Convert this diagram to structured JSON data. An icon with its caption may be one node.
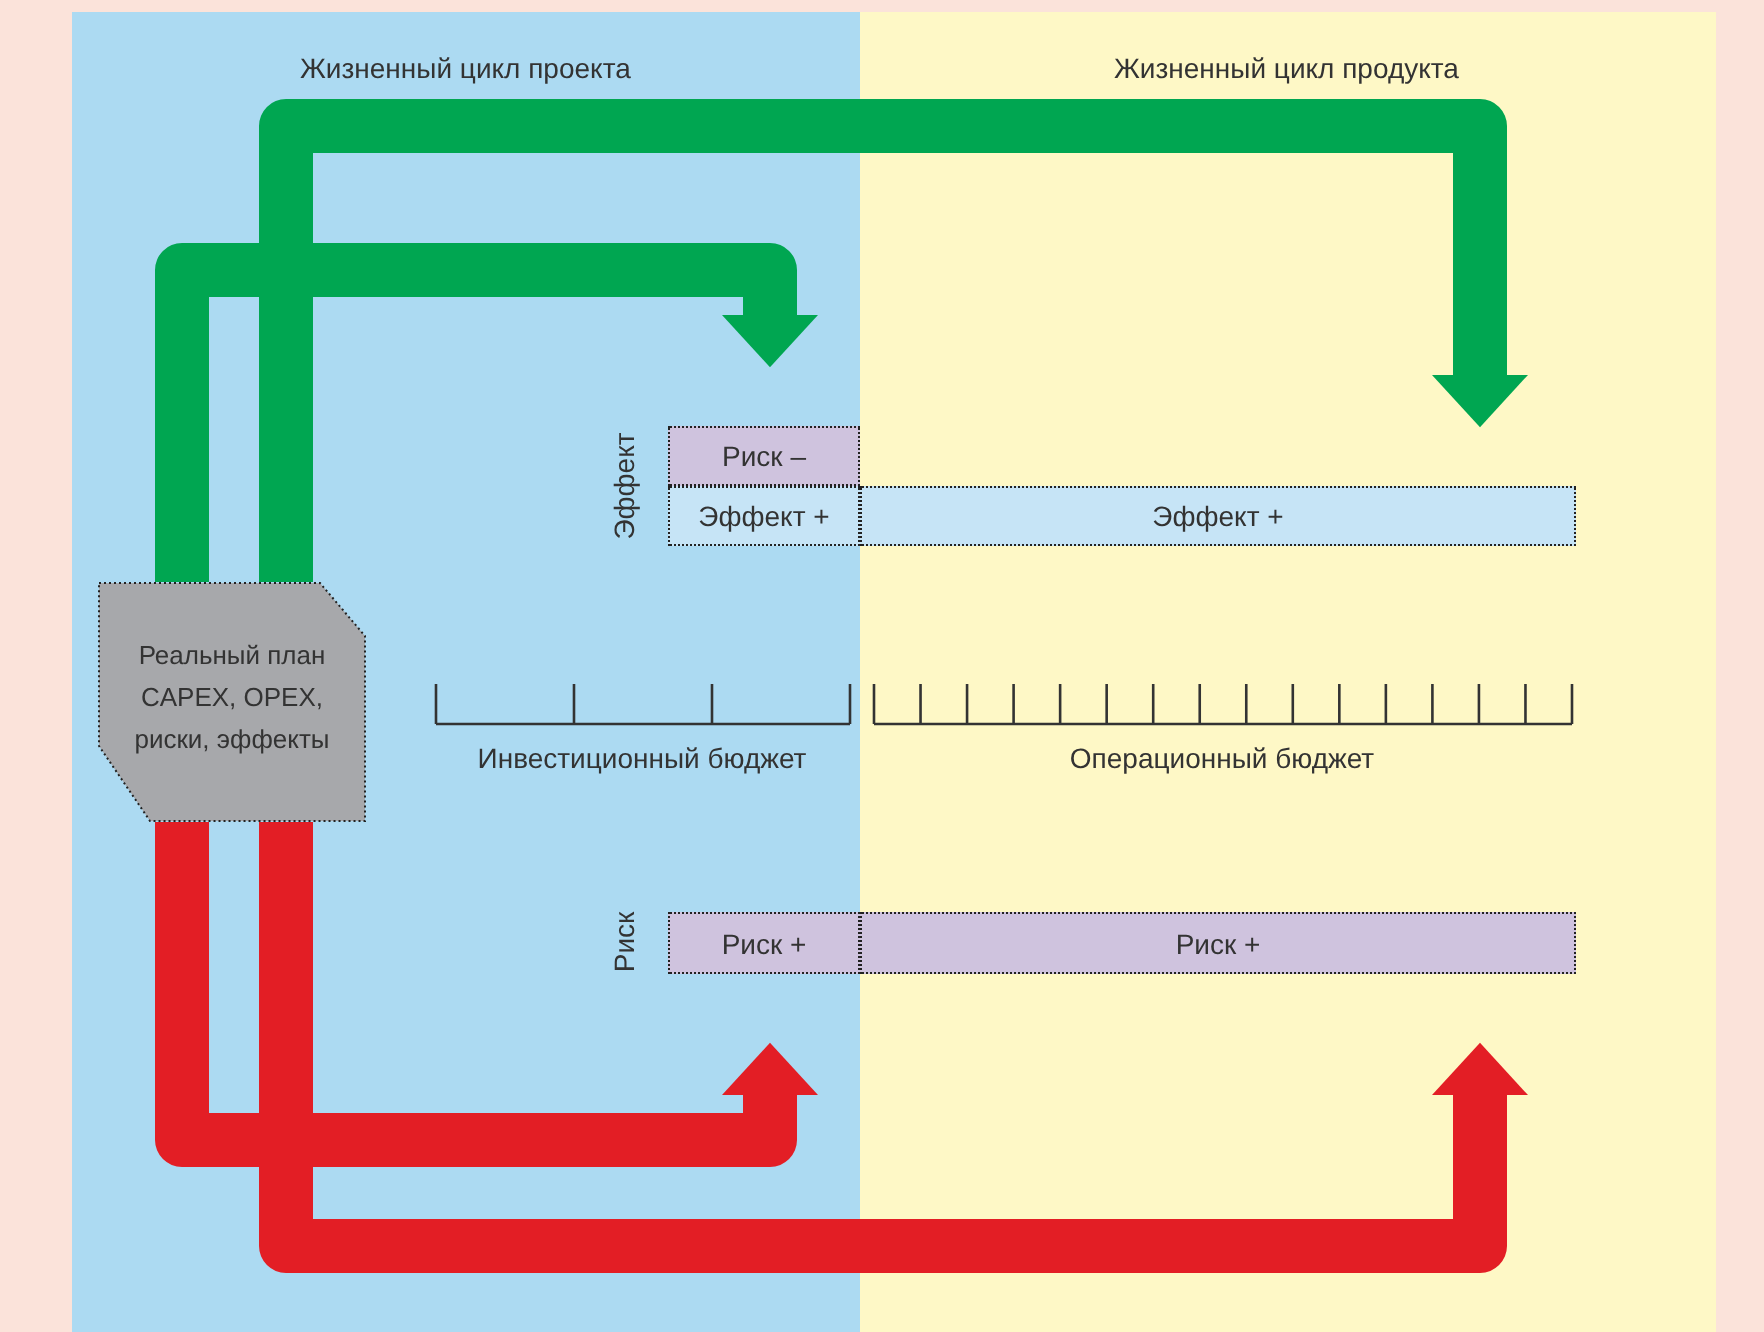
{
  "diagram": {
    "nodes": [
      {
        "text": [
          "Жизненный цикл проекта"
        ]
      },
      {
        "text": [
          "Жизненный цикл продукта"
        ]
      },
      {
        "text": [
          "Реальный план CAPEX, OPEX, риски, эффекты"
        ],
        "in": 0
      },
      {
        "text": [
          "Риск –"
        ],
        "in": 0
      },
      {
        "text": [
          "Эффект +"
        ],
        "in": 0
      },
      {
        "text": [
          "Эффект +"
        ],
        "in": 1
      },
      {
        "text": [
          "Риск +"
        ],
        "in": 0
      },
      {
        "text": [
          "Риск +"
        ],
        "in": 1
      }
    ],
    "edges": [
      {
        "from": 2,
        "to": 3,
        "arrow": "to",
        "color": "#00a651"
      },
      {
        "from": 2,
        "to": 5,
        "arrow": "to",
        "color": "#00a651"
      },
      {
        "from": 2,
        "to": 6,
        "arrow": "to",
        "color": "#e31e25"
      },
      {
        "from": 2,
        "to": 7,
        "arrow": "to",
        "color": "#e31e25"
      }
    ],
    "labels": [
      "Эффект",
      "Инвестиционный бюджет",
      "Операционный бюджет",
      "Риск"
    ]
  }
}
